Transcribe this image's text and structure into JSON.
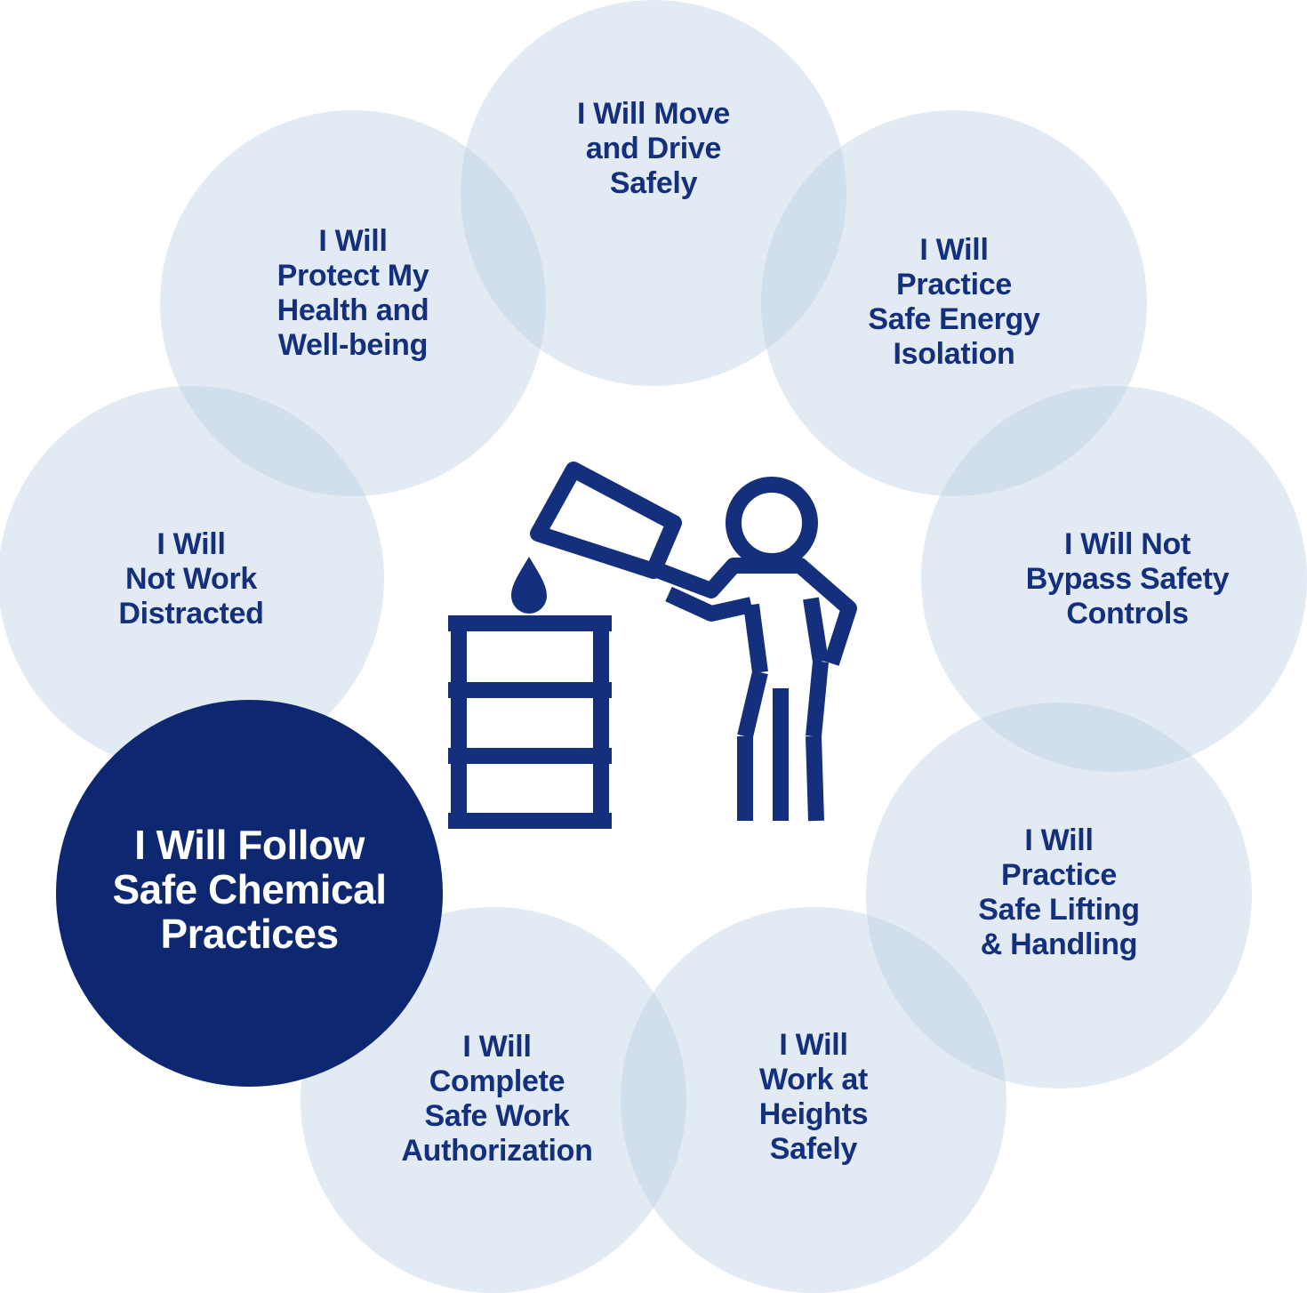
{
  "diagram": {
    "colors": {
      "circle_fill": "#b9cde2",
      "active_fill": "#0d2870",
      "text": "#14307d",
      "icon": "#14307d"
    },
    "center_icon": "person-pouring-chemical-into-barrel-icon",
    "items": [
      {
        "label": "I Will Move\nand Drive\nSafely"
      },
      {
        "label": "I Will\nPractice\nSafe Energy\nIsolation"
      },
      {
        "label": "I Will Not\nBypass Safety\nControls"
      },
      {
        "label": "I Will\nPractice\nSafe Lifting\n& Handling"
      },
      {
        "label": "I Will\nWork at\nHeights\nSafely"
      },
      {
        "label": "I Will\nComplete\nSafe Work\nAuthorization"
      },
      {
        "label": "I Will Follow\nSafe Chemical\nPractices",
        "active": true
      },
      {
        "label": "I Will\nNot Work\nDistracted"
      },
      {
        "label": "I Will\nProtect My\nHealth and\nWell-being"
      }
    ]
  }
}
